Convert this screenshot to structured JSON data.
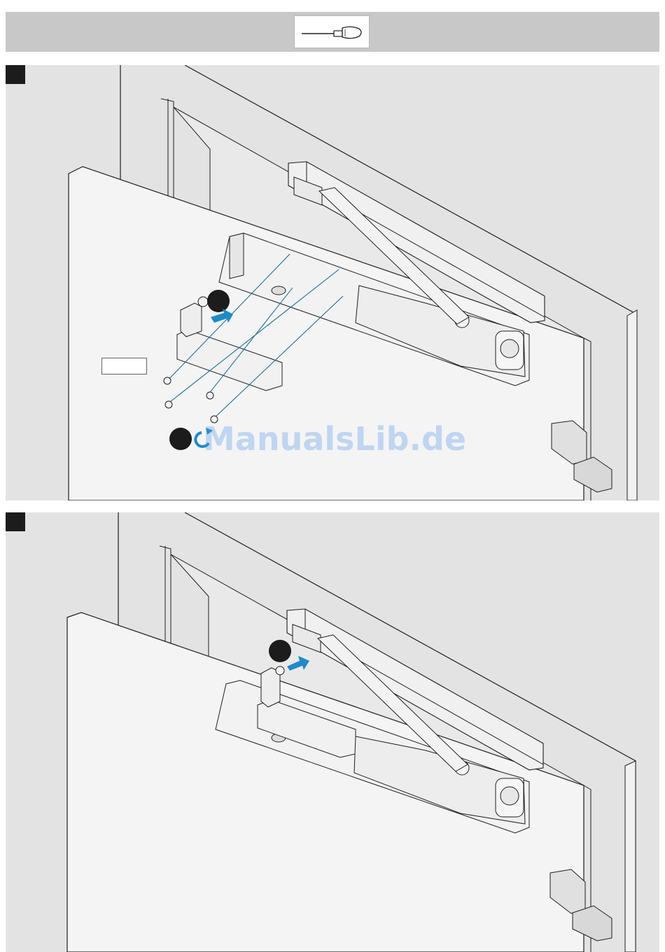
{
  "header": {
    "tool_icon": "screwdriver-icon"
  },
  "steps": [
    {
      "icon": "step-marker",
      "arrow_color": "#1f8ac7",
      "rotate_icon": "rotate-clockwise-icon"
    },
    {
      "icon": "step-marker",
      "arrow_color": "#1f8ac7"
    }
  ],
  "watermark": {
    "text": "ManualsLib.de"
  },
  "colors": {
    "panel_bg": "#e3e3e3",
    "door": "#f4f4f4",
    "accent": "#1f8ac7",
    "line": "#1e1e1e"
  }
}
